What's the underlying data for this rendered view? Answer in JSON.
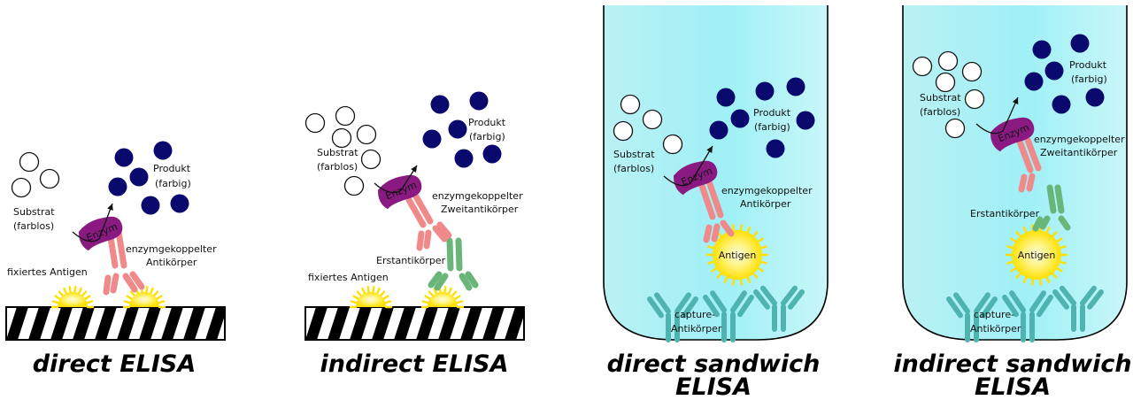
{
  "panels": [
    {
      "title": [
        "direct ELISA"
      ],
      "substrate": [
        "Substrat",
        "(farblos)"
      ],
      "product": [
        "Produkt",
        "(farbig)"
      ],
      "enzyme": "Enzym",
      "antibody": [
        "enzymgekoppelter",
        "Antikörper"
      ],
      "antigen": "fixiertes Antigen"
    },
    {
      "title": [
        "indirect ELISA"
      ],
      "substrate": [
        "Substrat",
        "(farblos)"
      ],
      "product": [
        "Produkt",
        "(farbig)"
      ],
      "enzyme": "Enzym",
      "antibody": [
        "enzymgekoppelter",
        "Zweitantikörper"
      ],
      "primary": "Erstantikörper",
      "antigen": "fixiertes Antigen"
    },
    {
      "title": [
        "direct sandwich",
        "ELISA"
      ],
      "substrate": [
        "Substrat",
        "(farblos)"
      ],
      "product": [
        "Produkt",
        "(farbig)"
      ],
      "enzyme": "Enzym",
      "antibody": [
        "enzymgekoppelter",
        "Antikörper"
      ],
      "antigen": "Antigen",
      "capture": [
        "capture-",
        "Antikörper"
      ]
    },
    {
      "title": [
        "indirect sandwich",
        "ELISA"
      ],
      "substrate": [
        "Substrat",
        "(farblos)"
      ],
      "product": [
        "Produkt",
        "(farbig)"
      ],
      "enzyme": "Enzym",
      "antibody": [
        "enzymgekoppelter",
        "Zweitantikörper"
      ],
      "primary": "Erstantikörper",
      "antigen": "Antigen",
      "capture": [
        "capture-",
        "Antikörper"
      ]
    }
  ],
  "colors": {
    "product": "#0a0a6e",
    "enzyme": "#8a1a82",
    "enzyme_antibody": "#f08a8a",
    "primary_antibody": "#6ab57a",
    "capture_antibody": "#4fb3b0",
    "antigen": "#ffe000",
    "well": "#bff3f5"
  }
}
